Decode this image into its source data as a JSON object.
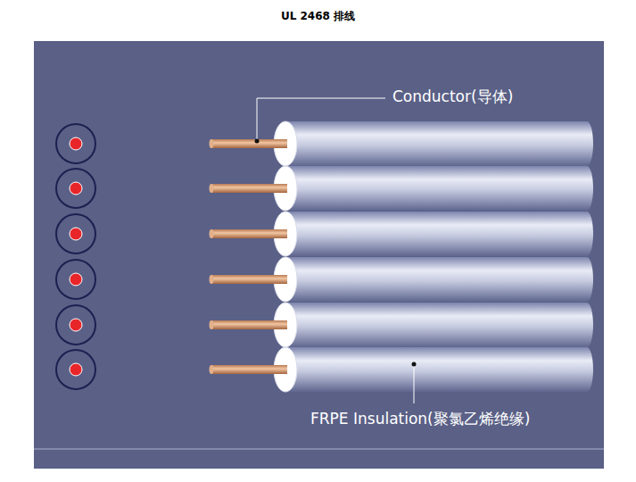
{
  "diagram": {
    "title": "UL 2468 排线",
    "labels": [
      "Conductor(导体)",
      "FRPE Insulation(聚氯乙烯绝缘)"
    ]
  }
}
